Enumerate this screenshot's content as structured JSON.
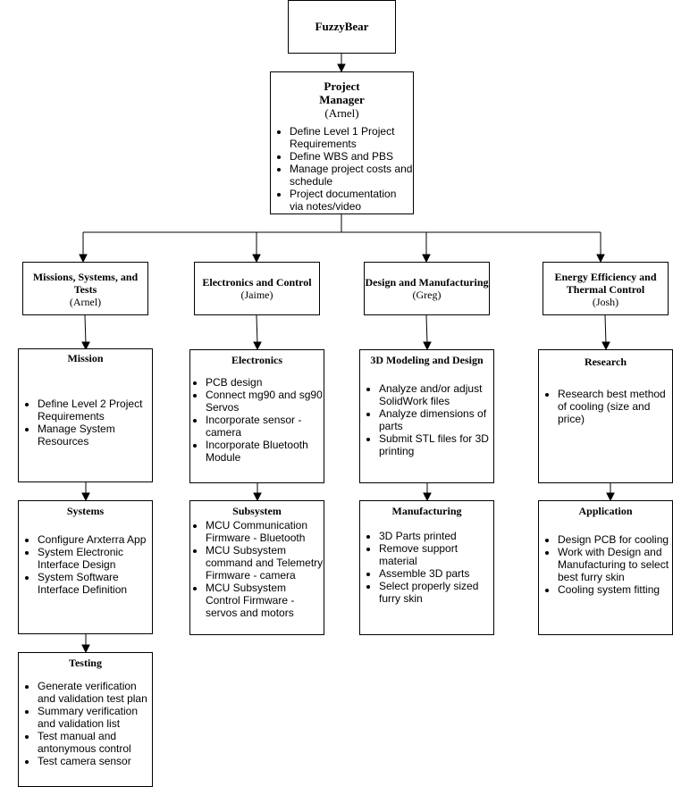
{
  "root": {
    "title": "FuzzyBear"
  },
  "manager": {
    "title": "Project Manager",
    "person": "(Arnel)",
    "items": [
      "Define Level 1 Project Requirements",
      "Define WBS and PBS",
      "Manage project costs and schedule",
      "Project documentation via notes/video"
    ]
  },
  "divisions": [
    {
      "title": "Missions, Systems, and Tests",
      "person": "(Arnel)"
    },
    {
      "title": "Electronics and Control",
      "person": "(Jaime)"
    },
    {
      "title": "Design and Manufacturing",
      "person": "(Greg)"
    },
    {
      "title": "Energy Efficiency and Thermal Control",
      "person": "(Josh)"
    }
  ],
  "tasks": {
    "mission": {
      "title": "Mission",
      "items": [
        "Define Level 2 Project Requirements",
        "Manage System Resources"
      ]
    },
    "systems": {
      "title": "Systems",
      "items": [
        "Configure Arxterra App",
        "System Electronic Interface Design",
        "System Software Interface Definition"
      ]
    },
    "testing": {
      "title": "Testing",
      "items": [
        "Generate verification and validation test plan",
        "Summary verification and validation list",
        "Test manual and antonymous control",
        "Test camera sensor"
      ]
    },
    "electronics": {
      "title": "Electronics",
      "items": [
        "PCB design",
        "Connect mg90 and sg90 Servos",
        "Incorporate sensor - camera",
        "Incorporate Bluetooth Module"
      ]
    },
    "subsystem": {
      "title": "Subsystem",
      "items": [
        "MCU Communication Firmware - Bluetooth",
        "MCU Subsystem command and Telemetry Firmware - camera",
        "MCU Subsystem Control Firmware - servos and motors"
      ]
    },
    "modeling": {
      "title": "3D Modeling and Design",
      "items": [
        "Analyze and/or adjust SolidWork files",
        "Analyze dimensions of parts",
        "Submit STL files for 3D printing"
      ]
    },
    "manufacturing": {
      "title": "Manufacturing",
      "items": [
        "3D Parts printed",
        "Remove support material",
        "Assemble 3D parts",
        "Select properly sized furry skin"
      ]
    },
    "research": {
      "title": "Research",
      "items": [
        "Research best method of cooling (size and price)"
      ]
    },
    "application": {
      "title": "Application",
      "items": [
        "Design PCB for cooling",
        "Work with Design and Manufacturing to select best furry skin",
        "Cooling system fitting"
      ]
    }
  }
}
